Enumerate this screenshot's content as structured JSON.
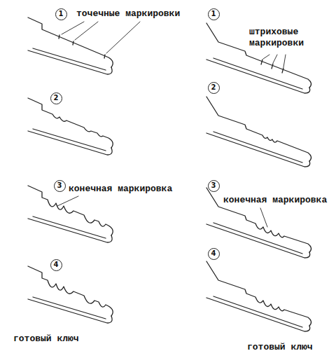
{
  "diagram": {
    "nodes": [
      {
        "text": [
          "1"
        ]
      },
      {
        "text": [
          "1"
        ]
      },
      {
        "text": [
          "2"
        ]
      },
      {
        "text": [
          "2"
        ]
      },
      {
        "text": [
          "3"
        ]
      },
      {
        "text": [
          "3"
        ]
      },
      {
        "text": [
          "4"
        ]
      },
      {
        "text": [
          "4"
        ]
      }
    ],
    "labels": [
      "точечные маркировки",
      "штриховые маркировки",
      "конечная маркировка",
      "конечная маркировка",
      "готовый ключ",
      "готовый ключ"
    ]
  }
}
